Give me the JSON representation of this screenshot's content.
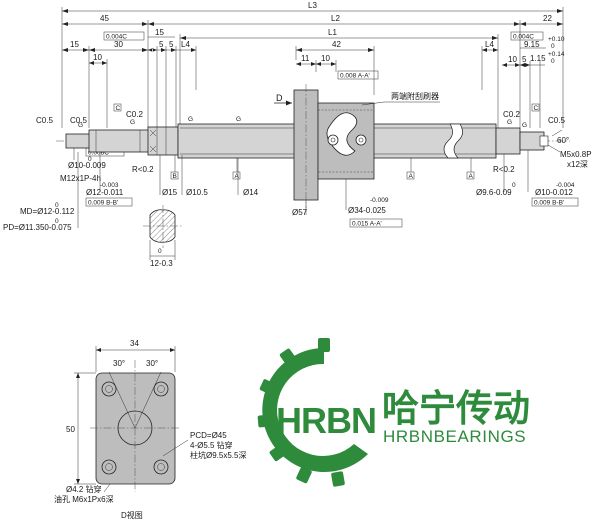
{
  "labels": {
    "L3": "L3",
    "L2": "L2",
    "L1": "L1",
    "L4a": "L4",
    "L4b": "L4",
    "d45": "45",
    "d22": "22",
    "d15a": "15",
    "d30": "30",
    "d10a": "10",
    "d15b": "15",
    "d5a": "5",
    "d5b": "5",
    "d42": "42",
    "d11": "11",
    "d10b": "10",
    "d5c": "5",
    "d10c": "10",
    "d1_15": "1.15",
    "d9_15": "9.15",
    "tol_p10": "+0.10",
    "tol_0a": "0",
    "tol_p14": "+0.14",
    "tol_0b": "0",
    "flat1": "0.004C",
    "flat2": "0.004C",
    "perp1": "0.008 A-A'",
    "c05a": "C0.5",
    "c05b": "C0.5",
    "c05c": "C0.5",
    "c02a": "C0.2",
    "c02b": "C0.2",
    "r02a": "R<0.2",
    "r02b": "R<0.2",
    "phi10": "0",
    "phi10b": "Ø10-0.009",
    "run1": "0.008C",
    "m12": "M12x1P-4h",
    "phi12a": "-0.003",
    "phi12b": "Ø12-0.011",
    "run2": "0.009 B-B'",
    "md0": "0",
    "md": "MD=Ø12-0.112",
    "pd0": "0",
    "pd": "PD=Ø11.350-0.075",
    "phi15": "Ø15",
    "phi105": "Ø10.5",
    "phi14": "Ø14",
    "phi57": "Ø57",
    "phi34a": "-0.009",
    "phi34b": "Ø34-0.025",
    "run3": "0.015 A-A'",
    "wiper": "两端附刮刷器",
    "D": "D",
    "phi96a": "0",
    "phi96b": "Ø9.6-0.09",
    "phi10c": "-0.004",
    "phi10d": "Ø10-0.012",
    "run4": "0.009 B-B'",
    "ang60": "60°",
    "m5": "M5x0.8P",
    "depth": "x12深",
    "sec12a": "0",
    "sec12b": "12-0.3",
    "A1": "A",
    "A2": "A",
    "A3": "A",
    "A4": "A",
    "B1": "B",
    "C1": "C",
    "C2": "C",
    "G1": "G",
    "G2": "G",
    "G3": "G",
    "G4": "G",
    "G5": "G",
    "G6": "G"
  },
  "dview": {
    "w34": "34",
    "h50": "50",
    "a30a": "30°",
    "a30b": "30°",
    "pcd": "PCD=Ø45",
    "holes": "4-Ø5.5 钻穿",
    "cbore": "柱坑Ø9.5x5.5深",
    "phi42": "Ø4.2 钻穿",
    "oil": "油孔 M6x1Px6深",
    "title": "D视图"
  },
  "brand": {
    "logo_letters": "HRBN",
    "cn_name": "哈宁传动",
    "en_name": "HRBNBEARINGS",
    "green": "#2e8b3c"
  }
}
